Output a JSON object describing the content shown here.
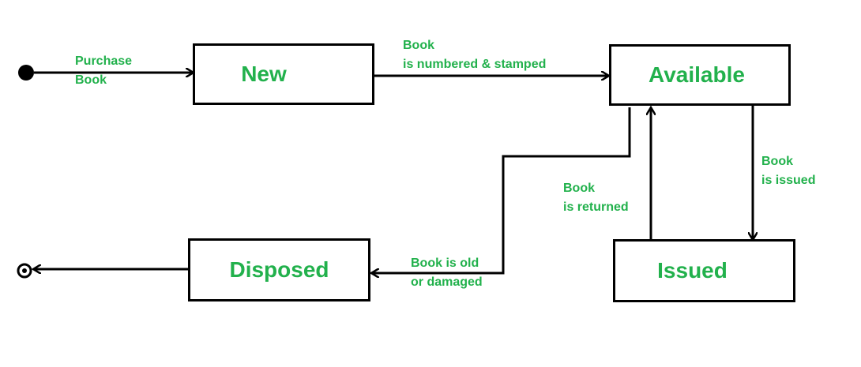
{
  "colors": {
    "text": "#22b14c",
    "line": "#000000",
    "background": "#ffffff"
  },
  "states": {
    "new": "New",
    "available": "Available",
    "issued": "Issued",
    "disposed": "Disposed"
  },
  "transitions": {
    "purchase": [
      "Purchase",
      "Book"
    ],
    "numbered": [
      "Book",
      "is numbered & stamped"
    ],
    "issued": [
      "Book",
      "is issued"
    ],
    "returned": [
      "Book",
      "is returned"
    ],
    "old": [
      "Book is old",
      "or damaged"
    ]
  },
  "pseudostates": {
    "initial": "initial-node",
    "final": "final-node"
  }
}
